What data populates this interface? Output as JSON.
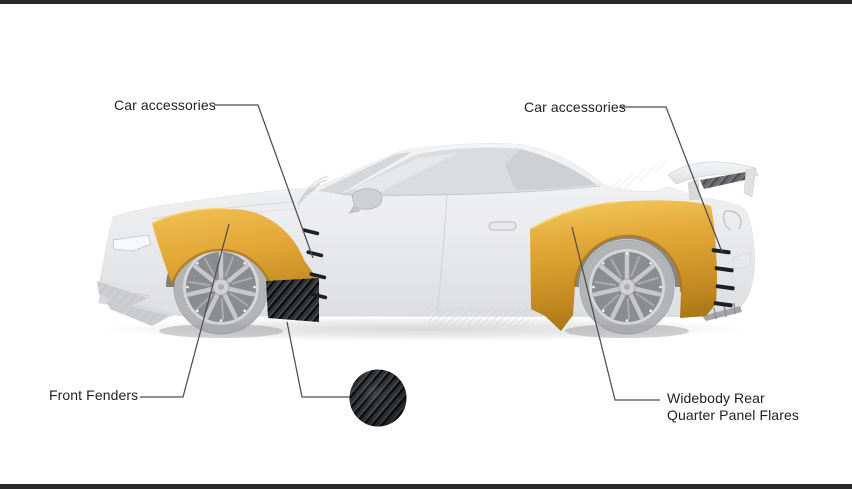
{
  "frame": {
    "background": "#FFFFFF",
    "top_bar_color": "#29292B",
    "bottom_bar_color": "#29292B"
  },
  "labels": {
    "front_upper": "Car accessories",
    "rear_upper": "Car accessories",
    "front_lower": "Front Fenders",
    "rear_lower_line1": "Widebody Rear",
    "rear_lower_line2": "Quarter Panel Flares"
  },
  "colors": {
    "flare_accent": "#DFA435",
    "flare_highlight": "#F2C155",
    "flare_shadow": "#B9811D",
    "carbon_fiber": "#17181B",
    "car_body_gray": "#E9EAEC",
    "callout_line": "#4E4E4E",
    "label_text": "#1F1F1F"
  }
}
